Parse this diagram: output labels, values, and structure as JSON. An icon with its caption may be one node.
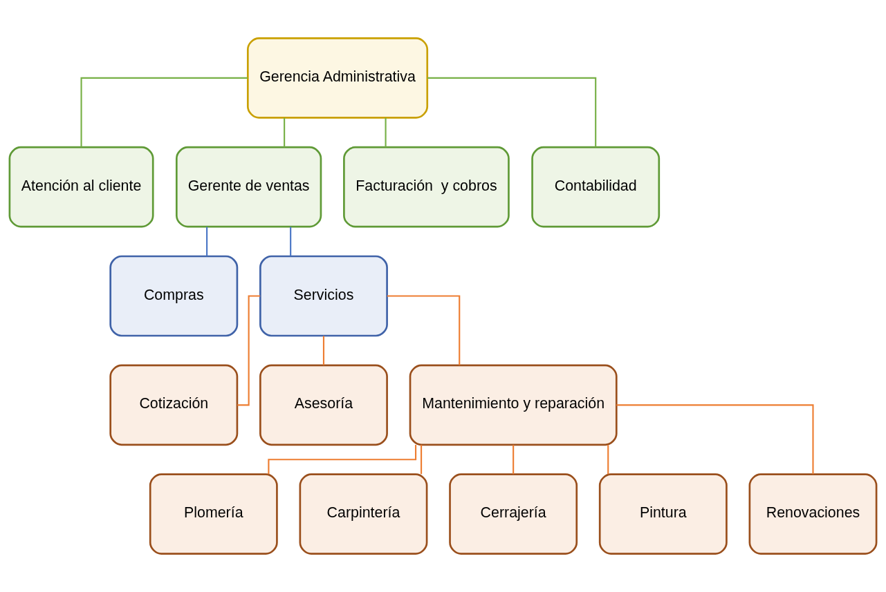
{
  "diagram": {
    "nodes": [
      {
        "text": [
          "Gerencia Administrativa"
        ]
      },
      {
        "text": [
          "Atención al cliente"
        ]
      },
      {
        "text": [
          "Gerente de ventas"
        ]
      },
      {
        "text": [
          "Facturación  y cobros"
        ]
      },
      {
        "text": [
          "Contabilidad"
        ]
      },
      {
        "text": [
          "Compras"
        ]
      },
      {
        "text": [
          "Servicios"
        ]
      },
      {
        "text": [
          "Cotización"
        ]
      },
      {
        "text": [
          "Asesoría"
        ]
      },
      {
        "text": [
          "Mantenimiento y reparación"
        ]
      },
      {
        "text": [
          "Plomería"
        ]
      },
      {
        "text": [
          "Carpintería"
        ]
      },
      {
        "text": [
          "Cerrajería"
        ]
      },
      {
        "text": [
          "Pintura"
        ]
      },
      {
        "text": [
          "Renovaciones"
        ]
      }
    ],
    "edges": [
      {
        "from": 0,
        "to": 1,
        "arrow": "none",
        "color": "#77b046"
      },
      {
        "from": 0,
        "to": 2,
        "arrow": "none",
        "color": "#77b046"
      },
      {
        "from": 0,
        "to": 3,
        "arrow": "none",
        "color": "#77b046"
      },
      {
        "from": 0,
        "to": 4,
        "arrow": "none",
        "color": "#77b046"
      },
      {
        "from": 2,
        "to": 5,
        "arrow": "none",
        "color": "#4a76c6"
      },
      {
        "from": 2,
        "to": 6,
        "arrow": "none",
        "color": "#4a76c6"
      },
      {
        "from": 6,
        "to": 7,
        "arrow": "none"
      },
      {
        "from": 6,
        "to": 8,
        "arrow": "none"
      },
      {
        "from": 6,
        "to": 9,
        "arrow": "none"
      },
      {
        "from": 9,
        "to": 10,
        "arrow": "none"
      },
      {
        "from": 9,
        "to": 11,
        "arrow": "none"
      },
      {
        "from": 9,
        "to": 12,
        "arrow": "none"
      },
      {
        "from": 9,
        "to": 13,
        "arrow": "none"
      },
      {
        "from": 9,
        "to": 14,
        "arrow": "none"
      }
    ]
  }
}
